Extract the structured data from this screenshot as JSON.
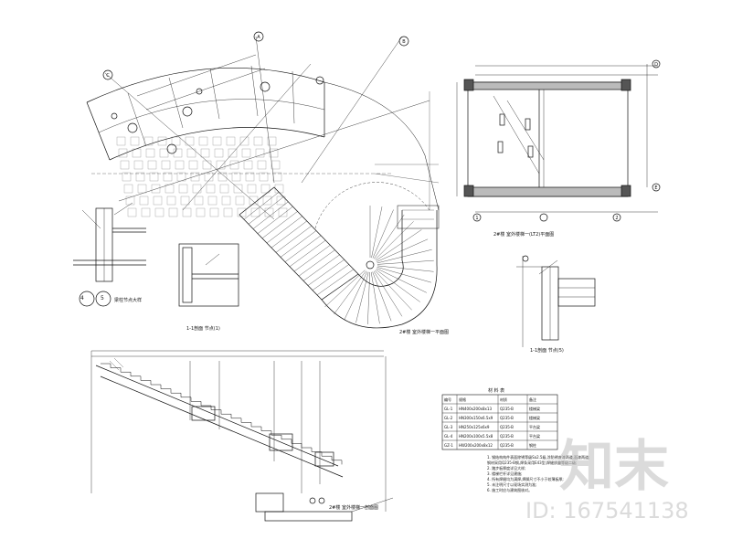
{
  "drawing": {
    "plan_caption": "2#楼 室外楼梯一平面图",
    "plan_caption_right": "2#楼 室外楼梯一(LT2)平面图",
    "section_caption": "2#楼 室外楼梯一剖面图",
    "detail_11_left": "1-1剖面 节点(1)",
    "detail_11_right": "1-1剖面 节点(5)",
    "detail_ref_a": "4",
    "detail_ref_b": "5",
    "detail_ref_text": "梁柱节点大样",
    "table_title": "材 料 表",
    "table_headers": [
      "编号",
      "规格",
      "材质",
      "备注"
    ],
    "table_rows": [
      [
        "GL-1",
        "HN400x200x8x13",
        "Q235-B",
        "楼梯梁"
      ],
      [
        "GL-2",
        "HN300x150x6.5x9",
        "Q235-B",
        "楼梯梁"
      ],
      [
        "GL-3",
        "HN250x125x6x9",
        "Q235-B",
        "平台梁"
      ],
      [
        "GL-4",
        "HN200x100x5.5x8",
        "Q235-B",
        "平台梁"
      ],
      [
        "GZ-1",
        "HW200x200x8x12",
        "Q235-B",
        "钢柱"
      ]
    ],
    "notes": [
      "1. 钢结构构件表面除锈等级Sa2.5级,涂防锈底漆两道,面漆两道;",
      "   钢材采用Q235-B钢,焊条采用E43型,焊缝质量等级二级;",
      "2. 踏步板厚度详见大样;",
      "3. 楼梯栏杆详见建施;",
      "4. 所有焊缝均为满焊,焊脚尺寸不小于较薄板厚;",
      "5. 未注明尺寸以现场实测为准;",
      "6. 施工时应与建筑图核对。"
    ]
  },
  "axis_bubbles": [
    "A",
    "B",
    "C",
    "D",
    "E",
    "1",
    "2"
  ],
  "watermark": {
    "logo": "知末",
    "id_text": "ID: 167541138"
  }
}
